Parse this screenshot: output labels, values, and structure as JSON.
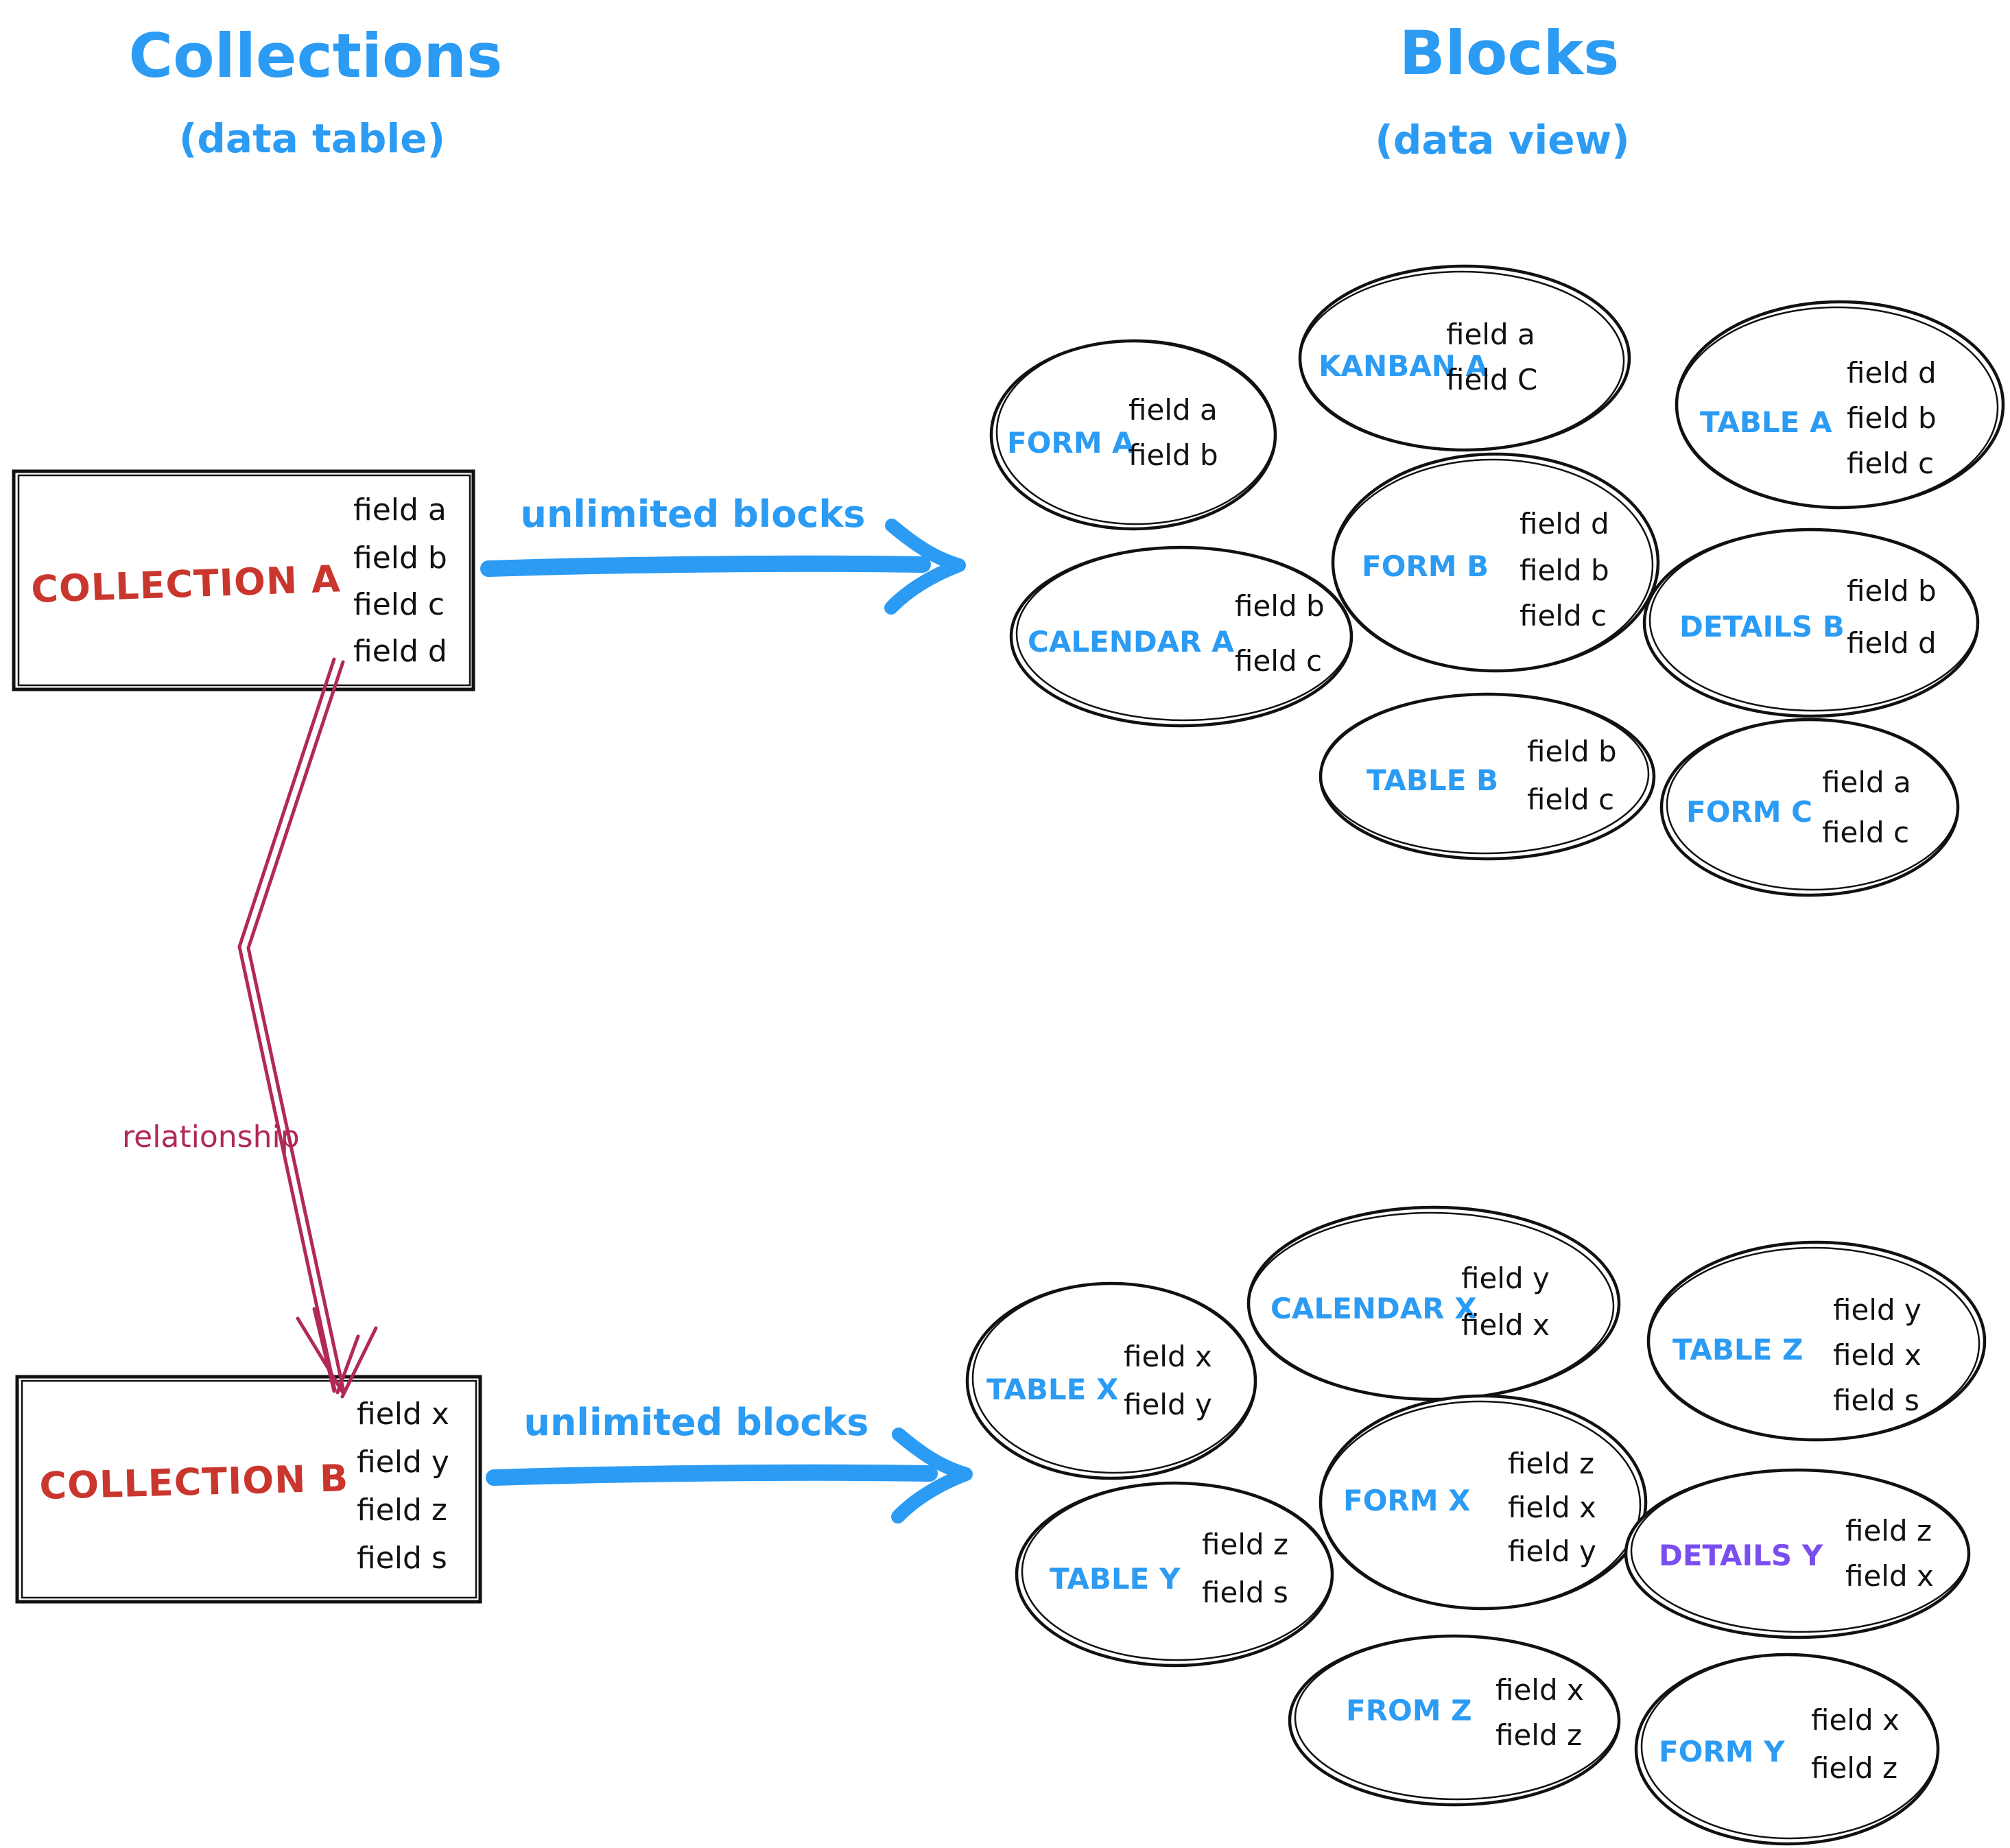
{
  "left_panel": {
    "title": "Collections",
    "subtitle": "(data table)"
  },
  "right_panel": {
    "title": "Blocks",
    "subtitle": "(data view)"
  },
  "labels": {
    "unlimited_blocks_top": "unlimited blocks",
    "unlimited_blocks_bottom": "unlimited blocks",
    "relationship": "relationship"
  },
  "collection_a": {
    "name": "COLLECTION A",
    "fields": [
      "field a",
      "field b",
      "field c",
      "field d"
    ]
  },
  "collection_b": {
    "name": "COLLECTION B",
    "fields": [
      "field x",
      "field y",
      "field z",
      "field s"
    ]
  },
  "blocks_a": [
    {
      "name": "FORM A",
      "fields": [
        "field a",
        "field b"
      ]
    },
    {
      "name": "KANBAN A",
      "fields": [
        "field a",
        "field C"
      ]
    },
    {
      "name": "TABLE A",
      "fields": [
        "field d",
        "field b",
        "field c"
      ]
    },
    {
      "name": "CALENDAR A",
      "fields": [
        "field b",
        "field c"
      ]
    },
    {
      "name": "FORM B",
      "fields": [
        "field d",
        "field b",
        "field c"
      ]
    },
    {
      "name": "DETAILS B",
      "fields": [
        "field b",
        "field d"
      ]
    },
    {
      "name": "TABLE B",
      "fields": [
        "field b",
        "field c"
      ]
    },
    {
      "name": "FORM C",
      "fields": [
        "field a",
        "field c"
      ]
    }
  ],
  "blocks_b": [
    {
      "name": "TABLE X",
      "fields": [
        "field x",
        "field y"
      ]
    },
    {
      "name": "CALENDAR X",
      "fields": [
        "field y",
        "field x"
      ]
    },
    {
      "name": "TABLE Z",
      "fields": [
        "field y",
        "field x",
        "field s"
      ]
    },
    {
      "name": "TABLE Y",
      "fields": [
        "field z",
        "field s"
      ]
    },
    {
      "name": "FORM X",
      "fields": [
        "field z",
        "field x",
        "field y"
      ]
    },
    {
      "name": "DETAILS Y",
      "fields": [
        "field z",
        "field x"
      ]
    },
    {
      "name": "FROM Z",
      "fields": [
        "field x",
        "field z"
      ]
    },
    {
      "name": "FORM Y",
      "fields": [
        "field x",
        "field z"
      ]
    }
  ],
  "colors": {
    "blue": "#2b9bf4",
    "red": "#c9362e",
    "crimson": "#b12859",
    "purple": "#7a4df0",
    "ink": "#111111",
    "background": "#ffffff"
  }
}
